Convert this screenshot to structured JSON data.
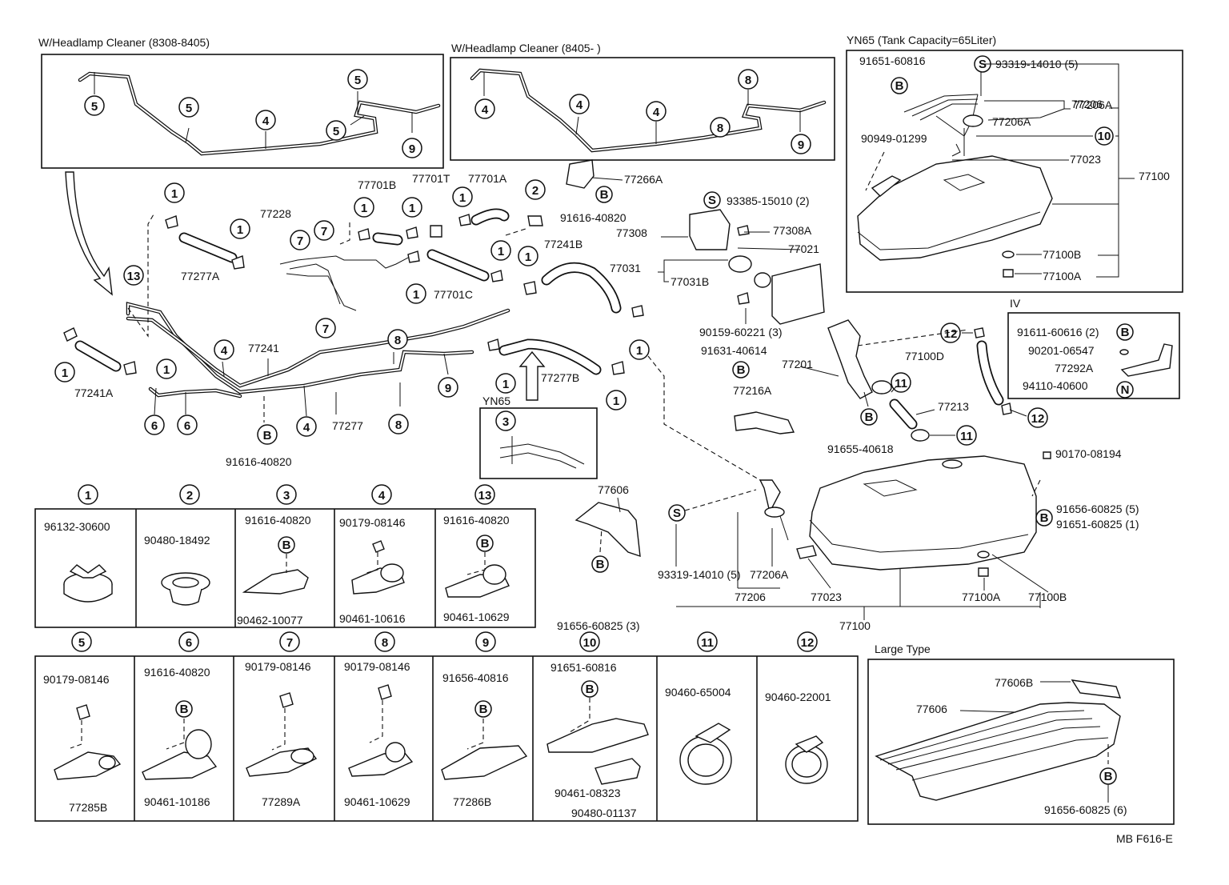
{
  "sections": {
    "cleaner_8308": "W/Headlamp Cleaner (8308-8405)",
    "cleaner_8405": "W/Headlamp Cleaner (8405-          )",
    "yn65_tank": "YN65 (Tank Capacity=65Liter)",
    "yn65": "YN65",
    "iv": "IV",
    "large_type": "Large Type"
  },
  "callouts": {
    "c1": "1",
    "c2": "2",
    "c3": "3",
    "c4": "4",
    "c5": "5",
    "c6": "6",
    "c7": "7",
    "c8": "8",
    "c9": "9",
    "c10": "10",
    "c11": "11",
    "c12": "12",
    "c13": "13",
    "B": "B",
    "S": "S",
    "N": "N"
  },
  "parts": {
    "p77701B": "77701B",
    "p77701T": "77701T",
    "p77701A": "77701A",
    "p77701C": "77701C",
    "p77228": "77228",
    "p77277A": "77277A",
    "p77241B": "77241B",
    "p77241": "77241",
    "p77241A": "77241A",
    "p77277": "77277",
    "p77277B": "77277B",
    "p91616_40820": "91616-40820",
    "p77266A": "77266A",
    "p93385": "93385-15010 (2)",
    "p77308": "77308",
    "p77308A": "77308A",
    "p77021": "77021",
    "p77031": "77031",
    "p77031B": "77031B",
    "p90159": "90159-60221 (3)",
    "p91631": "91631-40614",
    "p77216A": "77216A",
    "p77201": "77201",
    "p77213": "77213",
    "p91655": "91655-40618",
    "p77100D": "77100D",
    "p90170": "90170-08194",
    "p91656_5": "91656-60825 (5)",
    "p91651_1": "91651-60825 (1)",
    "p93319_5": "93319-14010 (5)",
    "p77206A": "77206A",
    "p77206": "77206",
    "p77023": "77023",
    "p77100": "77100",
    "p77100A": "77100A",
    "p77100B": "77100B",
    "p77606": "77606",
    "p91656_3": "91656-60825 (3)",
    "p91651_60816": "91651-60816",
    "p93319_14010_5": "93319-14010 (5)",
    "p90949": "90949-01299",
    "p91611": "91611-60616 (2)",
    "p90201": "90201-06547",
    "p77292A": "77292A",
    "p94110": "94110-40600",
    "p77606B": "77606B",
    "p91656_6": "91656-60825 (6)",
    "p96132": "96132-30600",
    "p90480_18492": "90480-18492",
    "p90462": "90462-10077",
    "p90179": "90179-08146",
    "p90461_10616": "90461-10616",
    "p90461_10629": "90461-10629",
    "p77285B": "77285B",
    "p90461_10186": "90461-10186",
    "p77289A": "77289A",
    "p91656_40816": "91656-40816",
    "p77286B": "77286B",
    "p91651_60816b": "91651-60816",
    "p90461_08323": "90461-08323",
    "p90480_01137": "90480-01137",
    "p90460_65004": "90460-65004",
    "p90460_22001": "90460-22001",
    "code": "MB F616-E"
  }
}
